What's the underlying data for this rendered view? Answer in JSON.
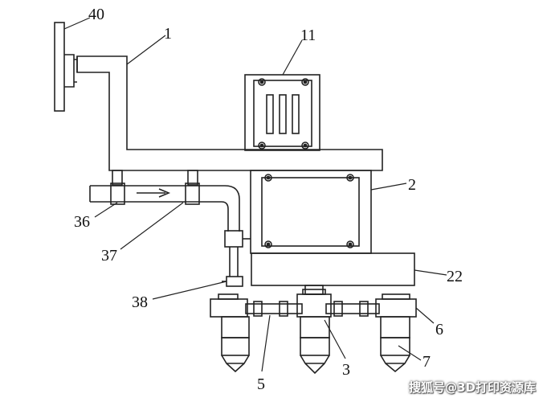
{
  "diagram": {
    "labels": {
      "l40": "40",
      "l1": "1",
      "l11": "11",
      "l2": "2",
      "l22": "22",
      "l36": "36",
      "l37": "37",
      "l38": "38",
      "l6": "6",
      "l7": "7",
      "l5": "5",
      "l3": "3"
    }
  },
  "watermark": {
    "text": "搜狐号@3D打印资源库"
  },
  "colors": {
    "line": "#222222",
    "background": "#ffffff"
  }
}
